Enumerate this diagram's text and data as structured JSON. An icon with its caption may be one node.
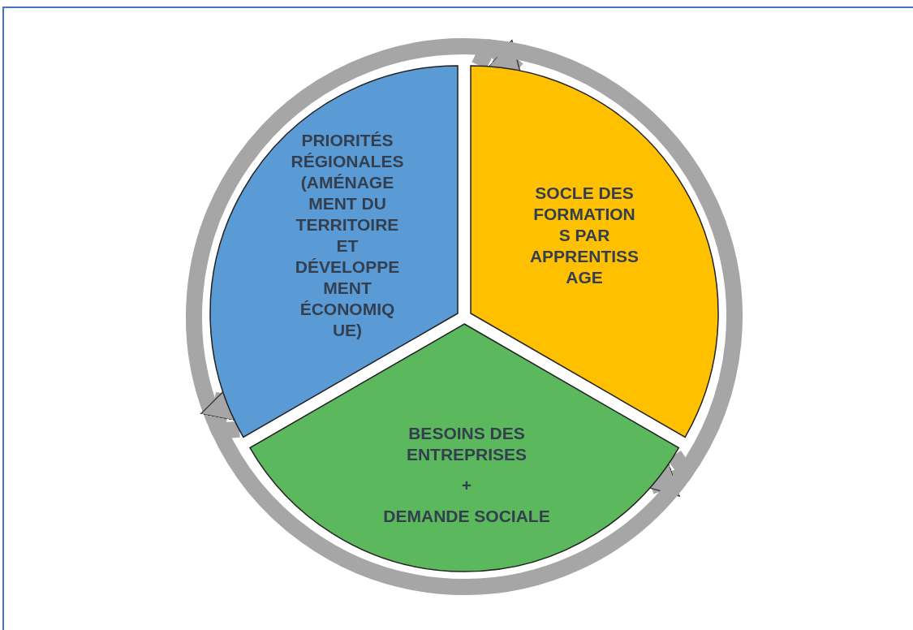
{
  "diagram": {
    "nodes": [
      {
        "text": [
          "PRIORITÉS RÉGIONALES (AMÉNAGE MENT DU TERRITOIRE ET DÉVELOPPE MENT ÉCONOMIQ UE)"
        ]
      },
      {
        "text": [
          "SOCLE DES FORMATION S PAR APPRENTISS AGE"
        ]
      },
      {
        "text": [
          "BESOINS DES ENTREPRISES",
          "+",
          "DEMANDE SOCIALE"
        ]
      }
    ],
    "edges": [
      {
        "from": 0,
        "to": 1,
        "arrow": "to"
      },
      {
        "from": 1,
        "to": 2,
        "arrow": "to"
      },
      {
        "from": 2,
        "to": 0,
        "arrow": "to"
      }
    ]
  }
}
